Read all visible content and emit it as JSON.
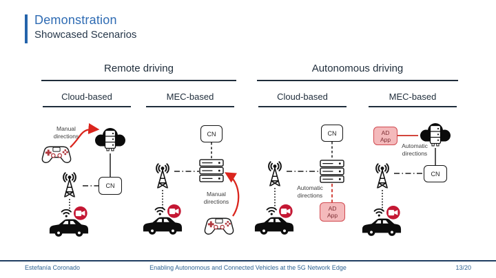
{
  "slide": {
    "title": "Demonstration",
    "subtitle": "Showcased Scenarios"
  },
  "sections": [
    {
      "title": "Remote driving",
      "columns": [
        "Cloud-based",
        "MEC-based"
      ]
    },
    {
      "title": "Autonomous driving",
      "columns": [
        "Cloud-based",
        "MEC-based"
      ]
    }
  ],
  "labels": {
    "cn": "CN",
    "ad_app": "AD App",
    "manual_directions": "Manual directions",
    "automatic_directions": "Automatic directions"
  },
  "icons": {
    "antenna": "radio-access-antenna",
    "car": "connected-car-with-video-camera",
    "gamepad": "game-controller",
    "cloud": "cloud-server",
    "servers": "mec-server-stack"
  },
  "footer": {
    "author": "Estefanía Coronado",
    "title": "Enabling Autonomous and Connected Vehicles at the 5G Network Edge",
    "page": "13/20"
  },
  "colors": {
    "accent_blue": "#2464ab",
    "title_blue": "#2e6bb3",
    "dark_navy": "#1e2c3a",
    "arrow_red": "#da251d",
    "badge_red": "#c41733",
    "adapp_fill": "#f4b9bb",
    "adapp_border": "#d0494f",
    "footer_blue": "#2d6292"
  }
}
